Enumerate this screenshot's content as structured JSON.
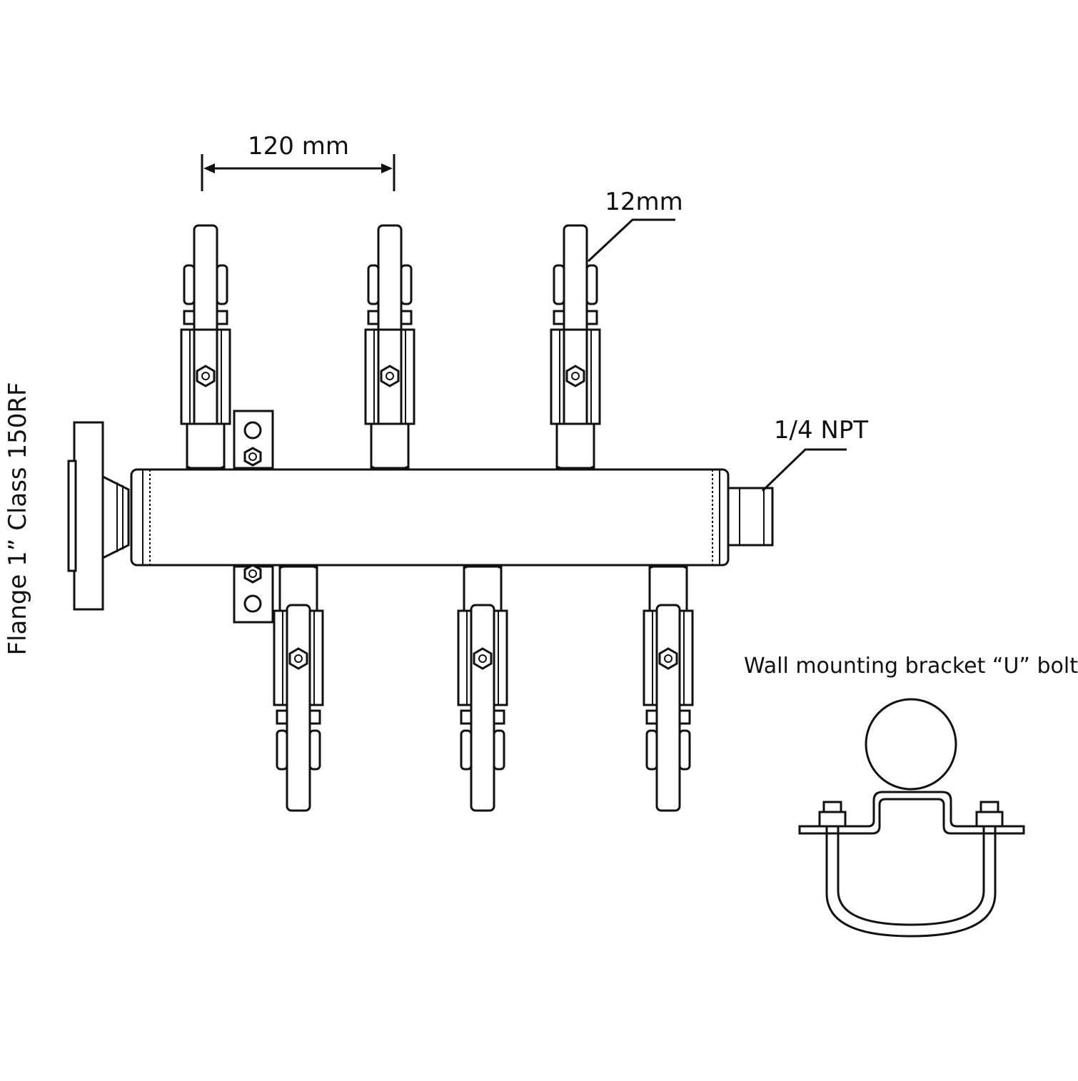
{
  "labels": {
    "spacing": "120 mm",
    "tube": "12mm",
    "outlet": "1/4 NPT",
    "flange": "Flange 1” Class 150RF",
    "bracket": "Wall mounting bracket “U” bolt"
  },
  "components": {
    "top_valve_count": 3,
    "bottom_valve_count": 3
  },
  "colors": {
    "line": "#111111",
    "background": "#ffffff"
  }
}
